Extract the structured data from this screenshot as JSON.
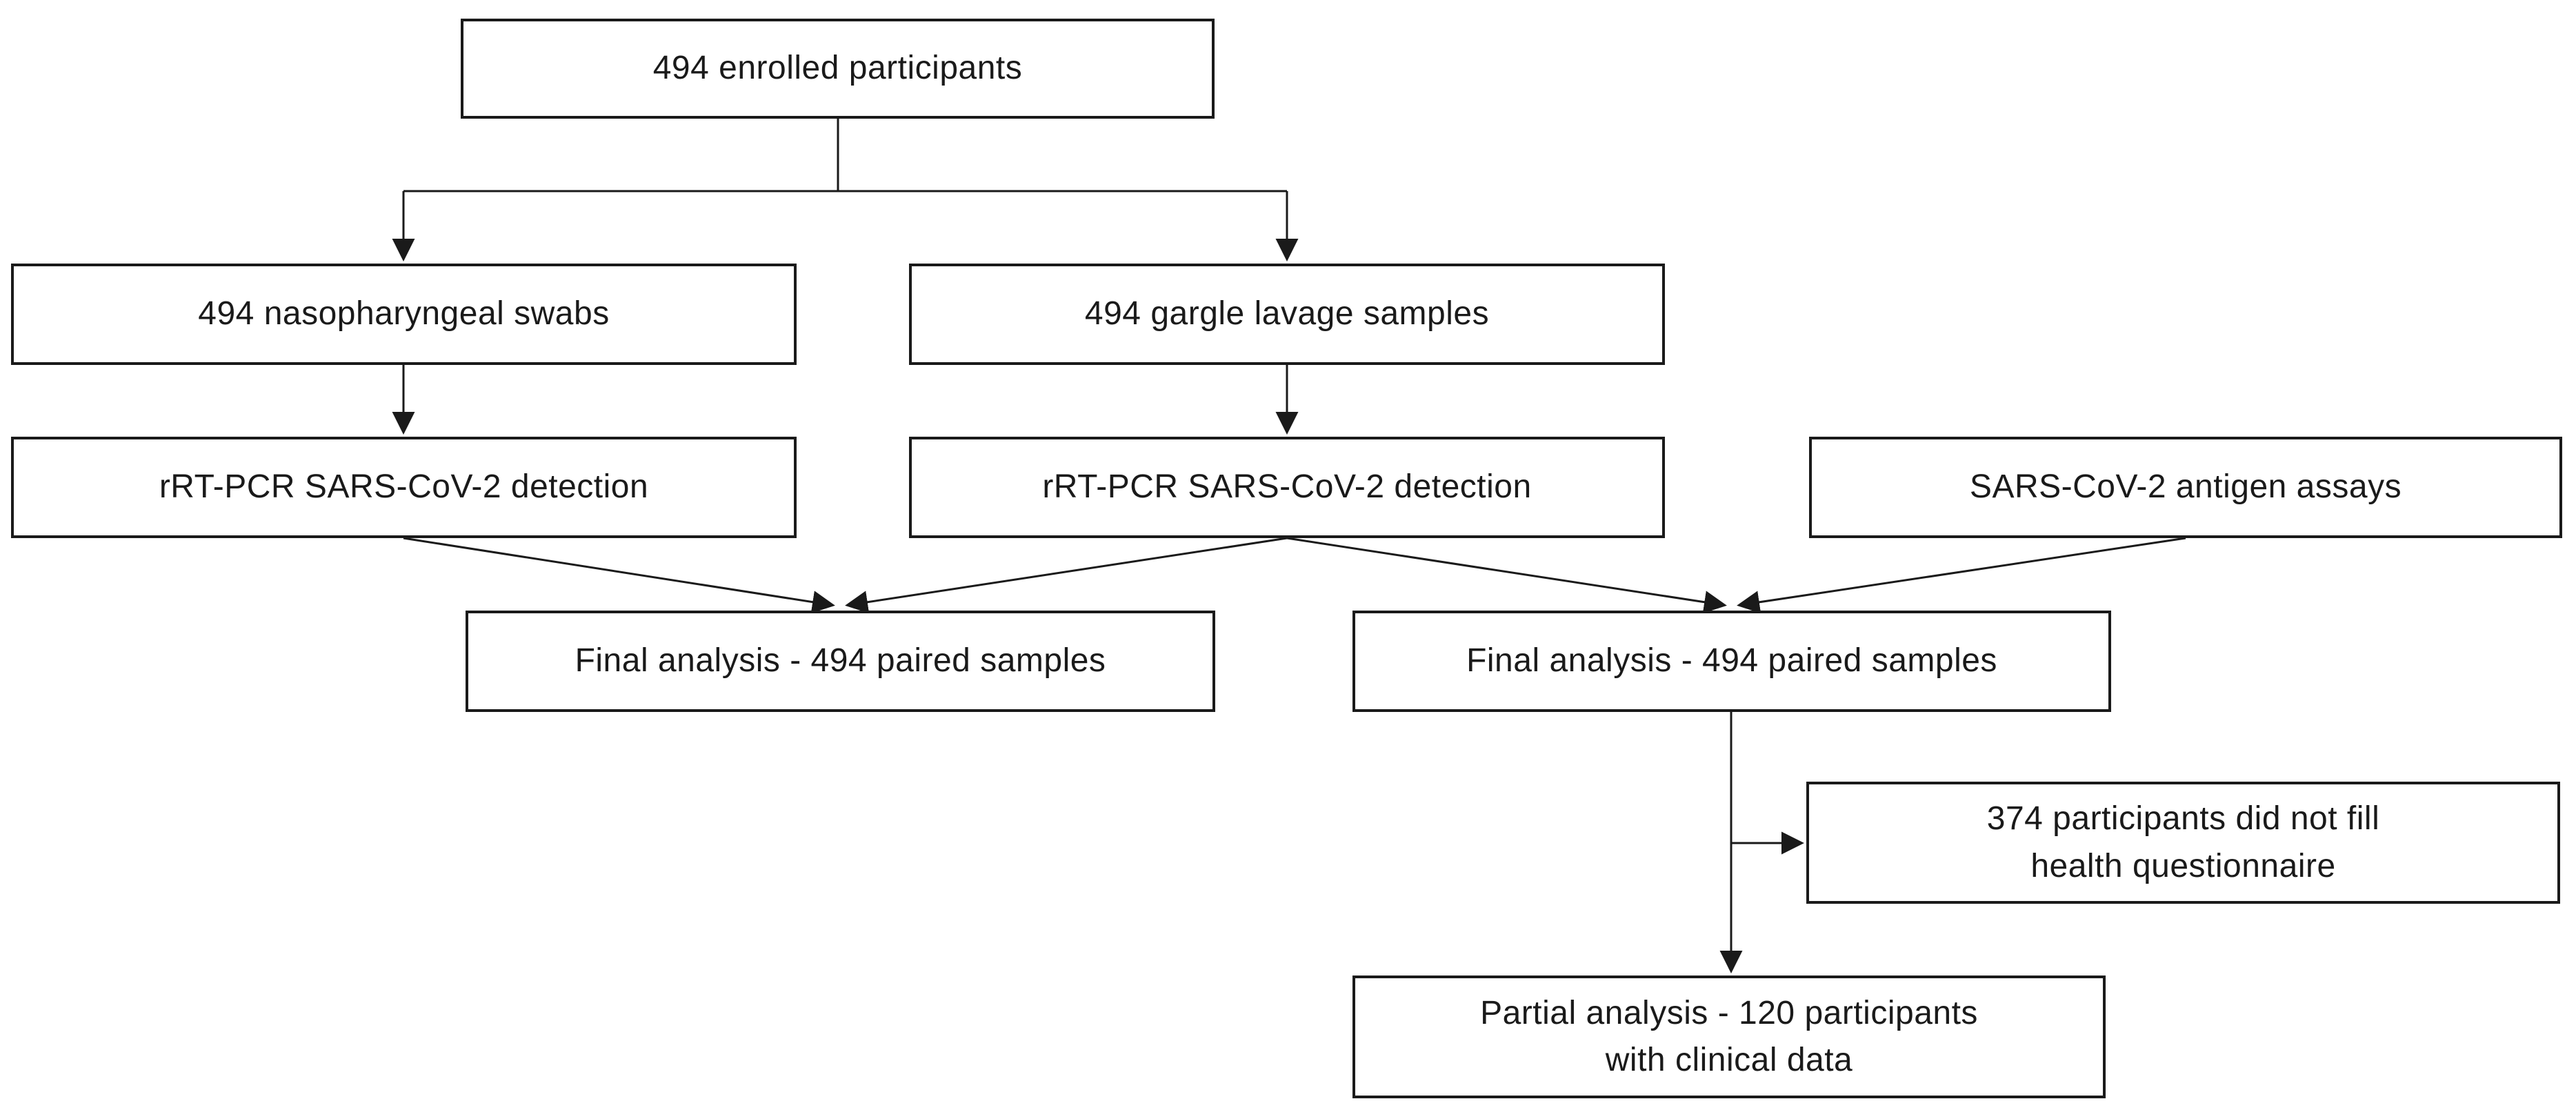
{
  "diagram": {
    "description": "Study participant flow diagram",
    "boxes": [
      {
        "id": "enrolled",
        "label": "494 enrolled participants"
      },
      {
        "id": "naso",
        "label": "494 nasopharyngeal swabs"
      },
      {
        "id": "gargle",
        "label": "494 gargle lavage samples"
      },
      {
        "id": "pcr-naso",
        "label": "rRT-PCR SARS-CoV-2 detection"
      },
      {
        "id": "pcr-gargle",
        "label": "rRT-PCR SARS-CoV-2 detection"
      },
      {
        "id": "antigen",
        "label": "SARS-CoV-2 antigen assays"
      },
      {
        "id": "final-left",
        "label": "Final analysis - 494 paired samples"
      },
      {
        "id": "final-right",
        "label": "Final analysis - 494 paired samples"
      },
      {
        "id": "no-questionnaire",
        "label": "374 participants did not fill\nhealth questionnaire"
      },
      {
        "id": "partial",
        "label": "Partial analysis - 120 participants\nwith clinical data"
      }
    ],
    "colors": {
      "background": "#ffffff",
      "box_background": "#ffffff",
      "box_border": "#1a1a1a",
      "connector_line": "#1a1a1a",
      "text": "#1a1a1a"
    }
  }
}
